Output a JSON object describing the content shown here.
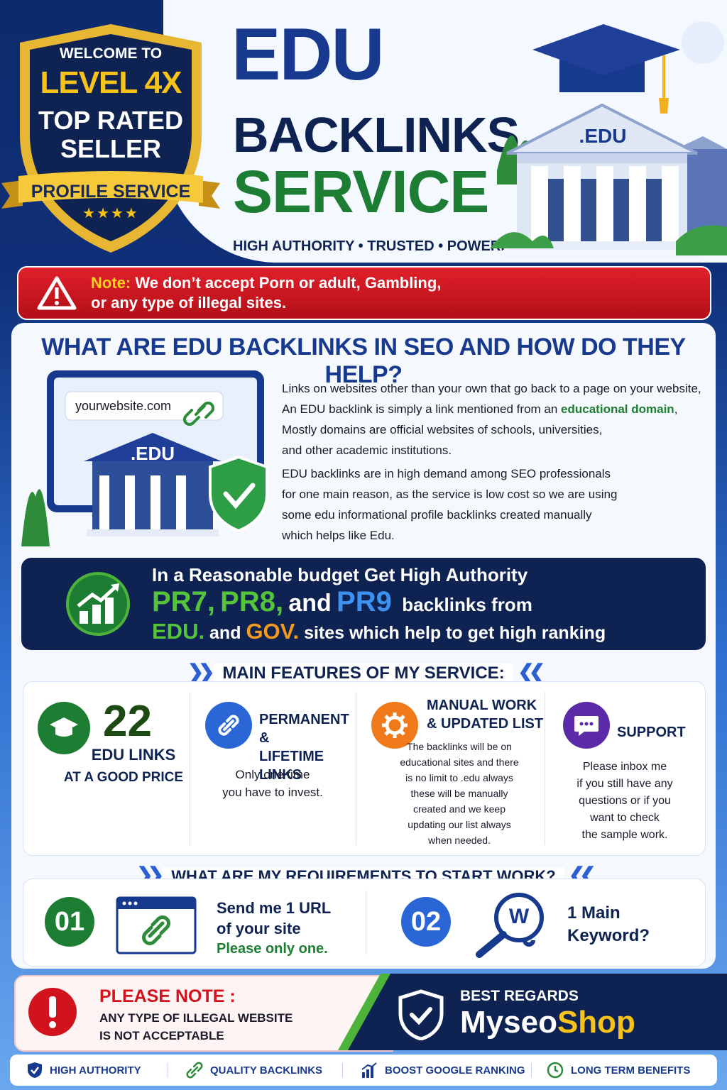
{
  "badge": {
    "welcome": "WELCOME TO",
    "level": "LEVEL 4X",
    "rated_line1": "TOP RATED",
    "rated_line2": "SELLER",
    "ribbon": "PROFILE SERVICE",
    "stars": "★★★★"
  },
  "hero": {
    "title_line1": "EDU",
    "title_line2": "BACKLINKS",
    "title_line3": "SERVICE",
    "tagline": "HIGH AUTHORITY • TRUSTED • POWERFUL",
    "building_label": ".EDU"
  },
  "note": {
    "label": "Note:",
    "line1": " We don’t accept Porn or adult, Gambling,",
    "line2": "or any type of illegal sites."
  },
  "about": {
    "title": "WHAT ARE EDU BACKLINKS IN SEO AND HOW DO THEY HELP?",
    "url": "yourwebsite.com",
    "edu_label": ".EDU",
    "p1_a": "Links on websites other than your own that go back to a page on your website,",
    "p1_b": "An EDU backlink is simply a link mentioned from an ",
    "p1_highlight": "educational domain",
    "p1_c": ",",
    "p1_d": "Mostly domains are official websites of schools, universities,",
    "p1_e": "and other academic institutions.",
    "p2_a": "EDU backlinks are in high demand among SEO professionals",
    "p2_b": "for one main reason, as the service is low cost so we are using",
    "p2_c": "some edu informational profile backlinks created manually",
    "p2_d": "which helps like Edu."
  },
  "budget": {
    "line1": "In a Reasonable budget Get High Authority",
    "pr7": "PR7,",
    "pr8": "PR8,",
    "and1": "and",
    "pr9": "PR9",
    "from": "backlinks from",
    "edu": "EDU.",
    "and2": "and",
    "gov": "GOV.",
    "rest": "sites which help to get high ranking"
  },
  "features": {
    "title": "MAIN FEATURES OF MY SERVICE:",
    "f1_number": "22",
    "f1_line1": "EDU LINKS",
    "f1_line2": "AT A GOOD PRICE",
    "f2_title1": "PERMANENT &",
    "f2_title2": "LIFETIME LINKS",
    "f2_text1": "Only one time",
    "f2_text2": "you have to invest.",
    "f3_title1": "MANUAL WORK",
    "f3_title2": "& UPDATED LIST",
    "f3_text": [
      "The backlinks will be on",
      "educational sites and there",
      "is no limit to .edu always",
      "these will be manually",
      "created and we keep",
      "updating our list always",
      "when needed."
    ],
    "f4_title": "SUPPORT",
    "f4_text": [
      "Please inbox me",
      "if you still have any",
      "questions or if you",
      "want to check",
      "the sample work."
    ]
  },
  "requirements": {
    "title": "WHAT ARE MY REQUIREMENTS TO START WORK?",
    "r1_num": "01",
    "r1_line1": "Send me 1 URL",
    "r1_line2": "of your site",
    "r1_line3": "Please only one.",
    "r2_num": "02",
    "r2_icon_letter": "W",
    "r2_line1": "1 Main",
    "r2_line2": "Keyword?"
  },
  "please_note": {
    "title": "PLEASE NOTE :",
    "line1": "ANY TYPE OF ILLEGAL WEBSITE",
    "line2": "IS NOT ACCEPTABLE"
  },
  "regards": {
    "label": "BEST REGARDS",
    "brand_a": "Myseo",
    "brand_b": "Shop"
  },
  "footer": {
    "item1": "HIGH AUTHORITY",
    "item2": "QUALITY BACKLINKS",
    "item3": "BOOST GOOGLE RANKING",
    "item4": "LONG TERM BENEFITS"
  },
  "colors": {
    "navy": "#0f2353",
    "blue": "#173a8e",
    "green": "#1d7d32",
    "red": "#d1131d",
    "gold": "#f7c31a"
  }
}
